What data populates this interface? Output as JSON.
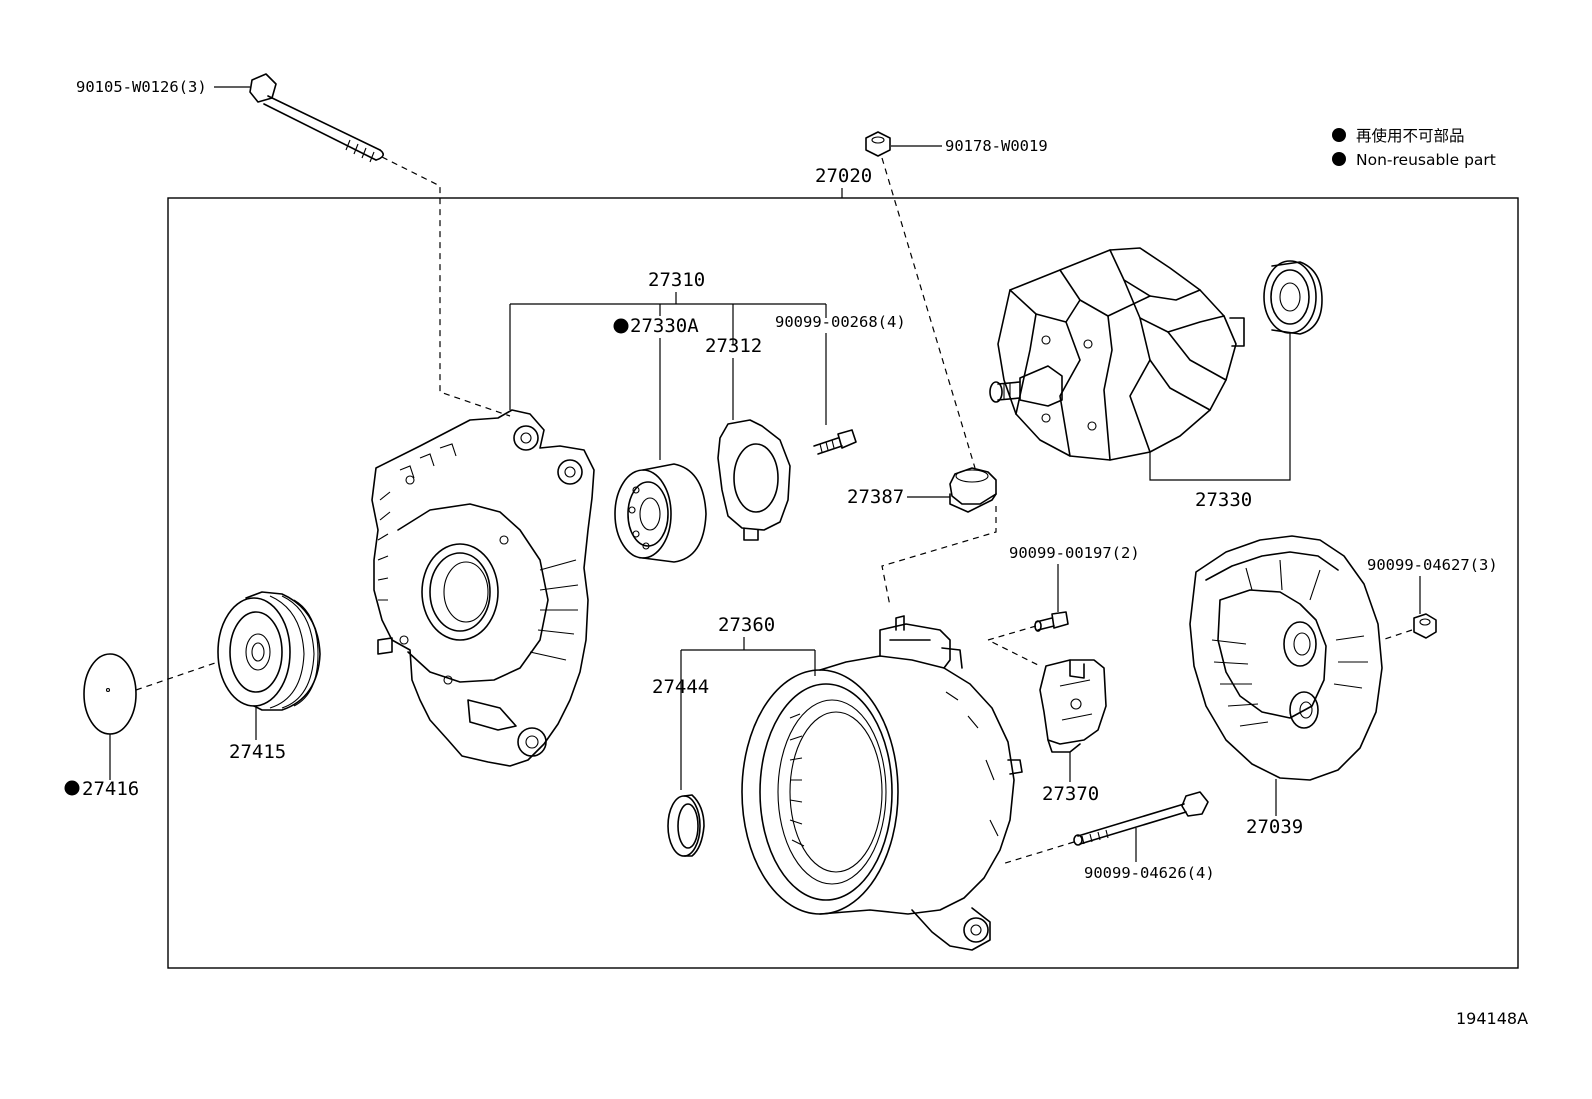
{
  "legend": {
    "jp": "再使用不可部品",
    "en": "Non-reusable part"
  },
  "figure_id": "194148A",
  "labels": {
    "p90105_w0126": "90105-W0126(3)",
    "p90178_w0019": "90178-W0019",
    "p27020": "27020",
    "p27310": "27310",
    "p27330a": "27330A",
    "p27312": "27312",
    "p90099_00268": "90099-00268(4)",
    "p27387": "27387",
    "p27330": "27330",
    "p90099_00197": "90099-00197(2)",
    "p90099_04627": "90099-04627(3)",
    "p27360": "27360",
    "p27444": "27444",
    "p27415": "27415",
    "p27416": "27416",
    "p27370": "27370",
    "p27039": "27039",
    "p90099_04626": "90099-04626(4)"
  }
}
